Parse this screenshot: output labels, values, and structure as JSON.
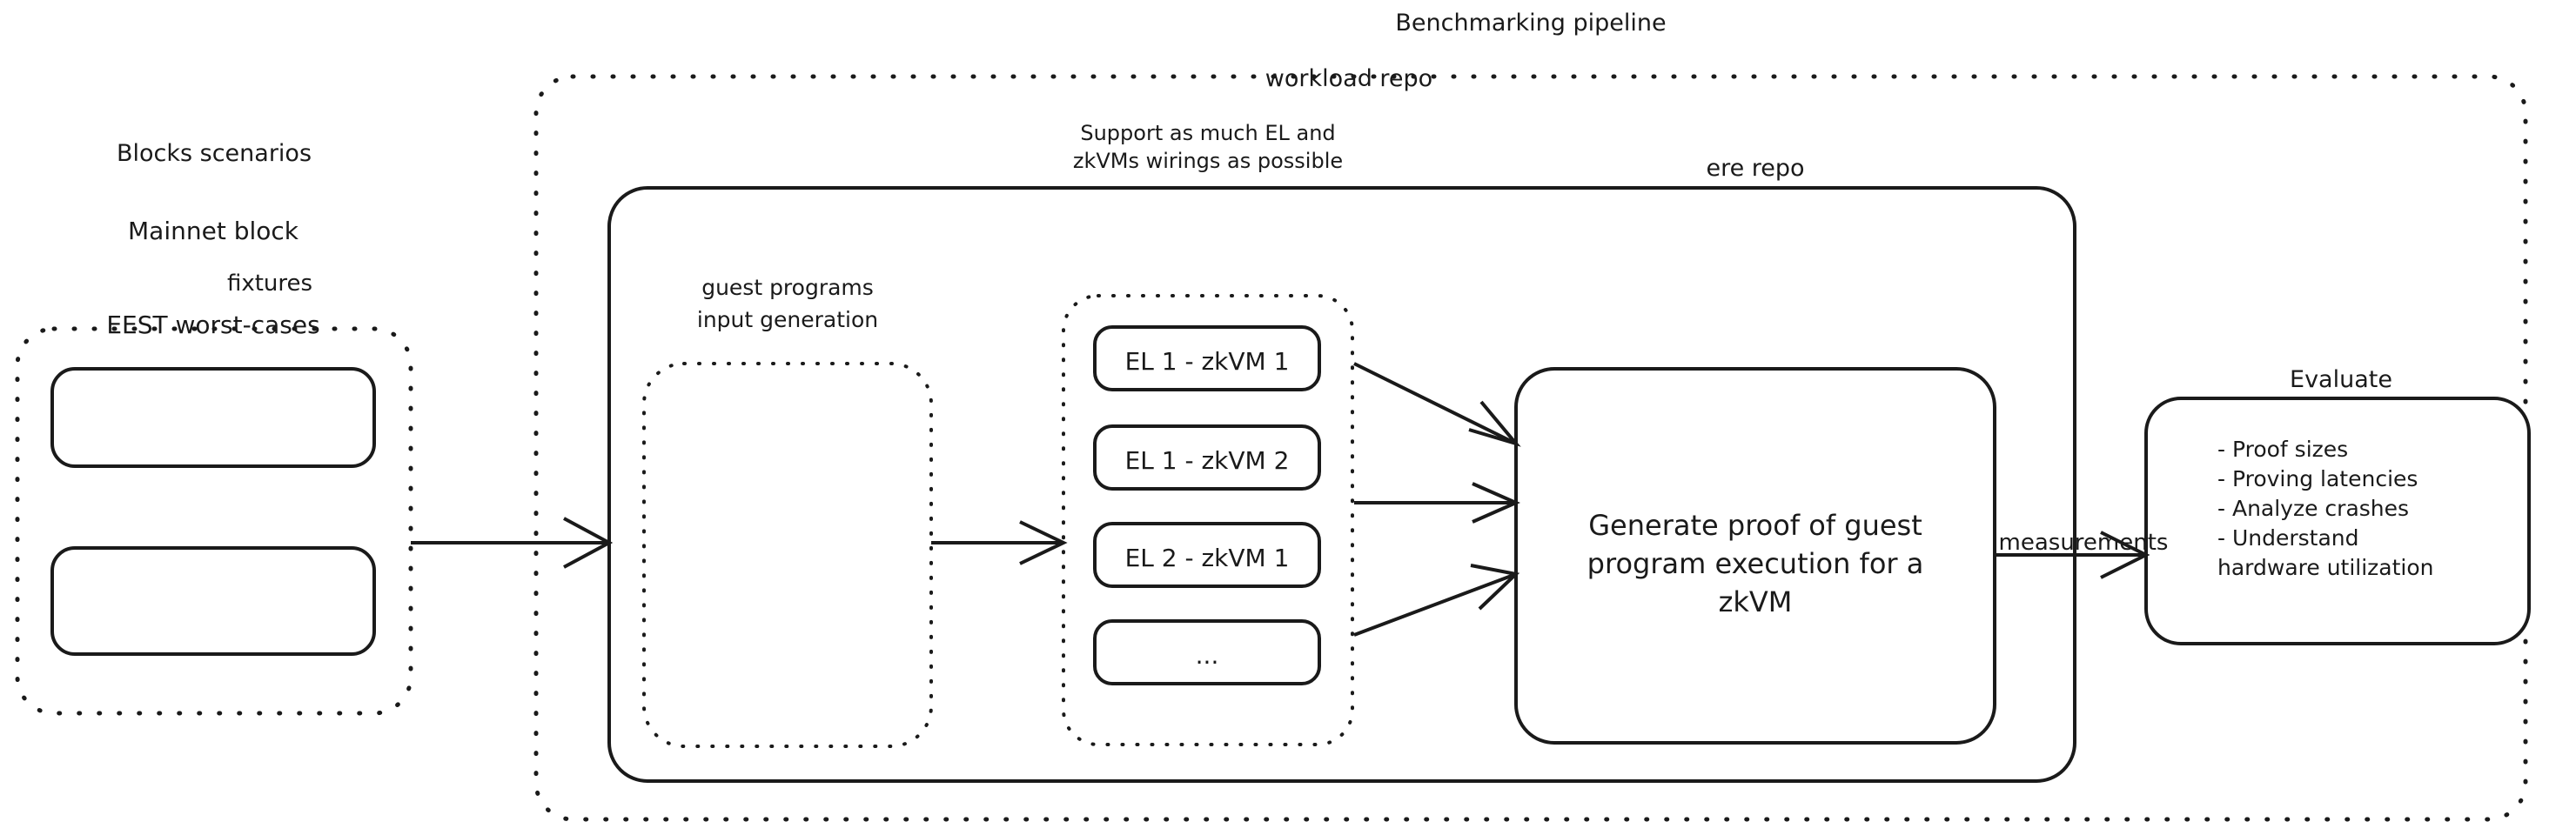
{
  "diagram": {
    "title": "Benchmarking pipeline",
    "groups": {
      "blocks_scenarios": {
        "title": "Blocks scenarios",
        "items": [
          {
            "label": "Mainnet block"
          },
          {
            "label": "EEST worst-cases"
          }
        ]
      },
      "workload_repo": {
        "title": "workload repo",
        "guest_programs": {
          "line1": "guest programs",
          "line2": "input generation"
        },
        "wirings": {
          "caption_line1": "Support as much EL and",
          "caption_line2": "zkVMs wirings as possible",
          "items": [
            {
              "label": "EL 1 - zkVM 1"
            },
            {
              "label": "EL 1 - zkVM 2"
            },
            {
              "label": "EL 2 - zkVM 1"
            },
            {
              "label": "..."
            }
          ]
        },
        "ere_repo": {
          "title": "ere repo",
          "line1": "Generate proof of guest",
          "line2": "program execution for a",
          "line3": "zkVM"
        }
      },
      "evaluate": {
        "title": "Evaluate",
        "bullets": [
          "- Proof sizes",
          "- Proving latencies",
          "- Analyze crashes",
          "- Understand",
          "hardware utilization"
        ]
      }
    },
    "edges": [
      {
        "label": "fixtures"
      },
      {
        "label": "measurements"
      }
    ],
    "colors": {
      "stroke": "#1a1a1a",
      "background": "#ffffff"
    }
  }
}
